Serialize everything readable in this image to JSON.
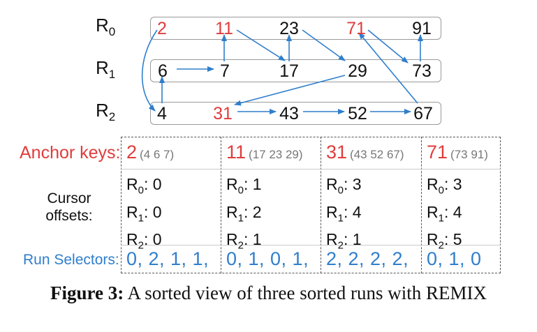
{
  "runs": [
    {
      "name": "R",
      "sub": "0",
      "keys": [
        "2",
        "11",
        "23",
        "71",
        "91"
      ]
    },
    {
      "name": "R",
      "sub": "1",
      "keys": [
        "6",
        "7",
        "17",
        "29",
        "73"
      ]
    },
    {
      "name": "R",
      "sub": "2",
      "keys": [
        "4",
        "31",
        "43",
        "52",
        "67"
      ]
    }
  ],
  "table": {
    "anchor_label": "Anchor keys:",
    "offsets_label_1": "Cursor",
    "offsets_label_2": "offsets:",
    "selectors_label": "Run Selectors:",
    "columns": [
      {
        "anchor": "2",
        "keys": "(4 6 7)",
        "o0": "0",
        "o1": "0",
        "o2": "0",
        "selectors": "0, 2, 1, 1,"
      },
      {
        "anchor": "11",
        "keys": "(17 23 29)",
        "o0": "1",
        "o1": "2",
        "o2": "1",
        "selectors": "0, 1, 0, 1,"
      },
      {
        "anchor": "31",
        "keys": "(43 52 67)",
        "o0": "3",
        "o1": "4",
        "o2": "1",
        "selectors": "2, 2, 2, 2,"
      },
      {
        "anchor": "71",
        "keys": "(73 91)",
        "o0": "3",
        "o1": "4",
        "o2": "5",
        "selectors": "0, 1, 0"
      }
    ]
  },
  "offset_prefix": "R",
  "offset_subs": [
    "0",
    "1",
    "2"
  ],
  "caption": {
    "label": "Figure 3:",
    "text": " A sorted view of three sorted runs with REMIX"
  },
  "colors": {
    "anchor": "#e03c3c",
    "arrow": "#2f7ecc",
    "selectors": "#2f7ecc",
    "dim": "#777777"
  }
}
